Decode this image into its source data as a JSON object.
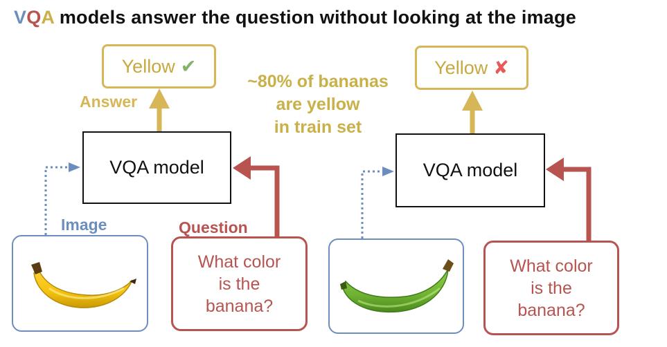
{
  "title": {
    "prefix_v": "V",
    "prefix_q": "Q",
    "prefix_a": "A",
    "rest": " models answer the question without looking at the image"
  },
  "note": {
    "line1": "~80% of bananas",
    "line2": "are yellow",
    "line3": "in train set"
  },
  "colors": {
    "image": "#6c8ebf",
    "question": "#b85450",
    "answer": "#d6b656",
    "check": "#82b366",
    "cross": "#e8595a"
  },
  "left": {
    "answer_text": "Yellow",
    "answer_mark": "✔",
    "answer_label": "Answer",
    "model_label": "VQA model",
    "image_label": "Image",
    "question_label": "Question",
    "question_line1": "What color",
    "question_line2": "is the",
    "question_line3": "banana?",
    "banana_icon": "yellow-banana-icon"
  },
  "right": {
    "answer_text": "Yellow",
    "answer_mark": "✘",
    "model_label": "VQA model",
    "question_line1": "What color",
    "question_line2": "is the",
    "question_line3": "banana?",
    "banana_icon": "green-banana-icon"
  }
}
